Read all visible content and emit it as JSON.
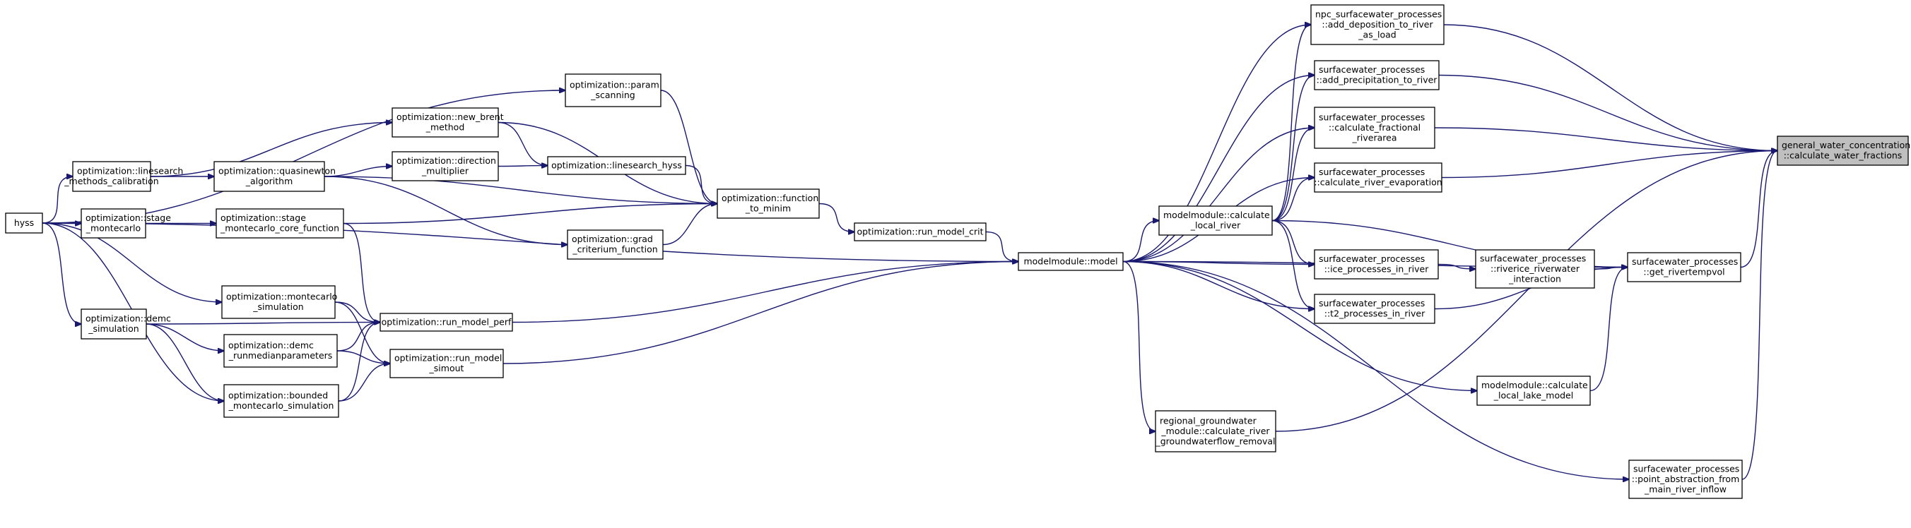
{
  "colors": {
    "edge": "#191970",
    "node_border": "#000000",
    "root_fill": "#bfbfbf",
    "node_fill": "#ffffff"
  },
  "nodes": [
    {
      "id": "hyss",
      "lines": [
        "hyss"
      ]
    },
    {
      "id": "linesearch_methods_calibration",
      "lines": [
        "optimization::linesearch",
        "_methods_calibration"
      ]
    },
    {
      "id": "stage_montecarlo",
      "lines": [
        "optimization::stage",
        "_montecarlo"
      ]
    },
    {
      "id": "demc_simulation",
      "lines": [
        "optimization::demc",
        "_simulation"
      ]
    },
    {
      "id": "quasinewton_algorithm",
      "lines": [
        "optimization::quasinewton",
        "_algorithm"
      ]
    },
    {
      "id": "stage_montecarlo_core_function",
      "lines": [
        "optimization::stage",
        "_montecarlo_core_function"
      ]
    },
    {
      "id": "montecarlo_simulation",
      "lines": [
        "optimization::montecarlo",
        "_simulation"
      ]
    },
    {
      "id": "demc_runmedianparameters",
      "lines": [
        "optimization::demc",
        "_runmedianparameters"
      ]
    },
    {
      "id": "bounded_montecarlo_simulation",
      "lines": [
        "optimization::bounded",
        "_montecarlo_simulation"
      ]
    },
    {
      "id": "new_brent_method",
      "lines": [
        "optimization::new_brent",
        "_method"
      ]
    },
    {
      "id": "direction_multiplier",
      "lines": [
        "optimization::direction",
        "_multiplier"
      ]
    },
    {
      "id": "param_scanning",
      "lines": [
        "optimization::param",
        "_scanning"
      ]
    },
    {
      "id": "linesearch_hyss",
      "lines": [
        "optimization::linesearch_hyss"
      ]
    },
    {
      "id": "grad_criterium_function",
      "lines": [
        "optimization::grad",
        "_criterium_function"
      ]
    },
    {
      "id": "run_model_perf",
      "lines": [
        "optimization::run_model_perf"
      ]
    },
    {
      "id": "run_model_simout",
      "lines": [
        "optimization::run_model",
        "_simout"
      ]
    },
    {
      "id": "function_to_minim",
      "lines": [
        "optimization::function",
        "_to_minim"
      ]
    },
    {
      "id": "run_model_crit",
      "lines": [
        "optimization::run_model_crit"
      ]
    },
    {
      "id": "model",
      "lines": [
        "modelmodule::model"
      ]
    },
    {
      "id": "calculate_local_river",
      "lines": [
        "modelmodule::calculate",
        "_local_river"
      ]
    },
    {
      "id": "regional_gw",
      "lines": [
        "regional_groundwater",
        "_module::calculate_river",
        "_groundwaterflow_removal"
      ]
    },
    {
      "id": "add_deposition",
      "lines": [
        "npc_surfacewater_processes",
        "::add_deposition_to_river",
        "_as_load"
      ]
    },
    {
      "id": "add_precipitation",
      "lines": [
        "surfacewater_processes",
        "::add_precipitation_to_river"
      ]
    },
    {
      "id": "calculate_fractional",
      "lines": [
        "surfacewater_processes",
        "::calculate_fractional",
        "_riverarea"
      ]
    },
    {
      "id": "calculate_river_evaporation",
      "lines": [
        "surfacewater_processes",
        "::calculate_river_evaporation"
      ]
    },
    {
      "id": "ice_processes",
      "lines": [
        "surfacewater_processes",
        "::ice_processes_in_river"
      ]
    },
    {
      "id": "t2_processes",
      "lines": [
        "surfacewater_processes",
        "::t2_processes_in_river"
      ]
    },
    {
      "id": "riverice",
      "lines": [
        "surfacewater_processes",
        "::riverice_riverwater",
        "_interaction"
      ]
    },
    {
      "id": "local_lake_model",
      "lines": [
        "modelmodule::calculate",
        "_local_lake_model"
      ]
    },
    {
      "id": "get_rivertempvol",
      "lines": [
        "surfacewater_processes",
        "::get_rivertempvol"
      ]
    },
    {
      "id": "point_abstraction",
      "lines": [
        "surfacewater_processes",
        "::point_abstraction_from",
        "_main_river_inflow"
      ]
    },
    {
      "id": "root",
      "lines": [
        "general_water_concentration",
        "::calculate_water_fractions"
      ]
    }
  ],
  "edges": [
    [
      "hyss",
      "linesearch_methods_calibration"
    ],
    [
      "hyss",
      "stage_montecarlo"
    ],
    [
      "hyss",
      "demc_simulation"
    ],
    [
      "hyss",
      "montecarlo_simulation"
    ],
    [
      "hyss",
      "bounded_montecarlo_simulation"
    ],
    [
      "hyss",
      "model"
    ],
    [
      "hyss",
      "param_scanning"
    ],
    [
      "linesearch_methods_calibration",
      "new_brent_method"
    ],
    [
      "linesearch_methods_calibration",
      "quasinewton_algorithm"
    ],
    [
      "stage_montecarlo",
      "stage_montecarlo_core_function"
    ],
    [
      "demc_simulation",
      "demc_runmedianparameters"
    ],
    [
      "demc_simulation",
      "run_model_perf"
    ],
    [
      "demc_simulation",
      "bounded_montecarlo_simulation"
    ],
    [
      "quasinewton_algorithm",
      "direction_multiplier"
    ],
    [
      "quasinewton_algorithm",
      "function_to_minim"
    ],
    [
      "quasinewton_algorithm",
      "grad_criterium_function"
    ],
    [
      "stage_montecarlo_core_function",
      "run_model_perf"
    ],
    [
      "stage_montecarlo_core_function",
      "function_to_minim"
    ],
    [
      "montecarlo_simulation",
      "run_model_perf"
    ],
    [
      "montecarlo_simulation",
      "run_model_simout"
    ],
    [
      "demc_runmedianparameters",
      "run_model_perf"
    ],
    [
      "demc_runmedianparameters",
      "run_model_simout"
    ],
    [
      "bounded_montecarlo_simulation",
      "run_model_perf"
    ],
    [
      "bounded_montecarlo_simulation",
      "run_model_simout"
    ],
    [
      "new_brent_method",
      "linesearch_hyss"
    ],
    [
      "new_brent_method",
      "function_to_minim"
    ],
    [
      "direction_multiplier",
      "linesearch_hyss"
    ],
    [
      "linesearch_hyss",
      "function_to_minim"
    ],
    [
      "param_scanning",
      "function_to_minim"
    ],
    [
      "grad_criterium_function",
      "function_to_minim"
    ],
    [
      "run_model_perf",
      "model"
    ],
    [
      "run_model_simout",
      "model"
    ],
    [
      "function_to_minim",
      "run_model_crit"
    ],
    [
      "run_model_crit",
      "model"
    ],
    [
      "model",
      "add_deposition"
    ],
    [
      "model",
      "add_precipitation"
    ],
    [
      "model",
      "calculate_fractional"
    ],
    [
      "model",
      "calculate_river_evaporation"
    ],
    [
      "model",
      "calculate_local_river"
    ],
    [
      "model",
      "ice_processes"
    ],
    [
      "model",
      "t2_processes"
    ],
    [
      "model",
      "get_rivertempvol"
    ],
    [
      "model",
      "local_lake_model"
    ],
    [
      "model",
      "regional_gw"
    ],
    [
      "model",
      "point_abstraction"
    ],
    [
      "calculate_local_river",
      "add_deposition"
    ],
    [
      "calculate_local_river",
      "add_precipitation"
    ],
    [
      "calculate_local_river",
      "calculate_fractional"
    ],
    [
      "calculate_local_river",
      "calculate_river_evaporation"
    ],
    [
      "calculate_local_river",
      "ice_processes"
    ],
    [
      "calculate_local_river",
      "t2_processes"
    ],
    [
      "calculate_local_river",
      "get_rivertempvol"
    ],
    [
      "ice_processes",
      "riverice"
    ],
    [
      "riverice",
      "get_rivertempvol"
    ],
    [
      "t2_processes",
      "get_rivertempvol"
    ],
    [
      "local_lake_model",
      "get_rivertempvol"
    ],
    [
      "add_deposition",
      "root"
    ],
    [
      "add_precipitation",
      "root"
    ],
    [
      "calculate_fractional",
      "root"
    ],
    [
      "calculate_river_evaporation",
      "root"
    ],
    [
      "get_rivertempvol",
      "root"
    ],
    [
      "regional_gw",
      "root"
    ],
    [
      "point_abstraction",
      "root"
    ]
  ]
}
